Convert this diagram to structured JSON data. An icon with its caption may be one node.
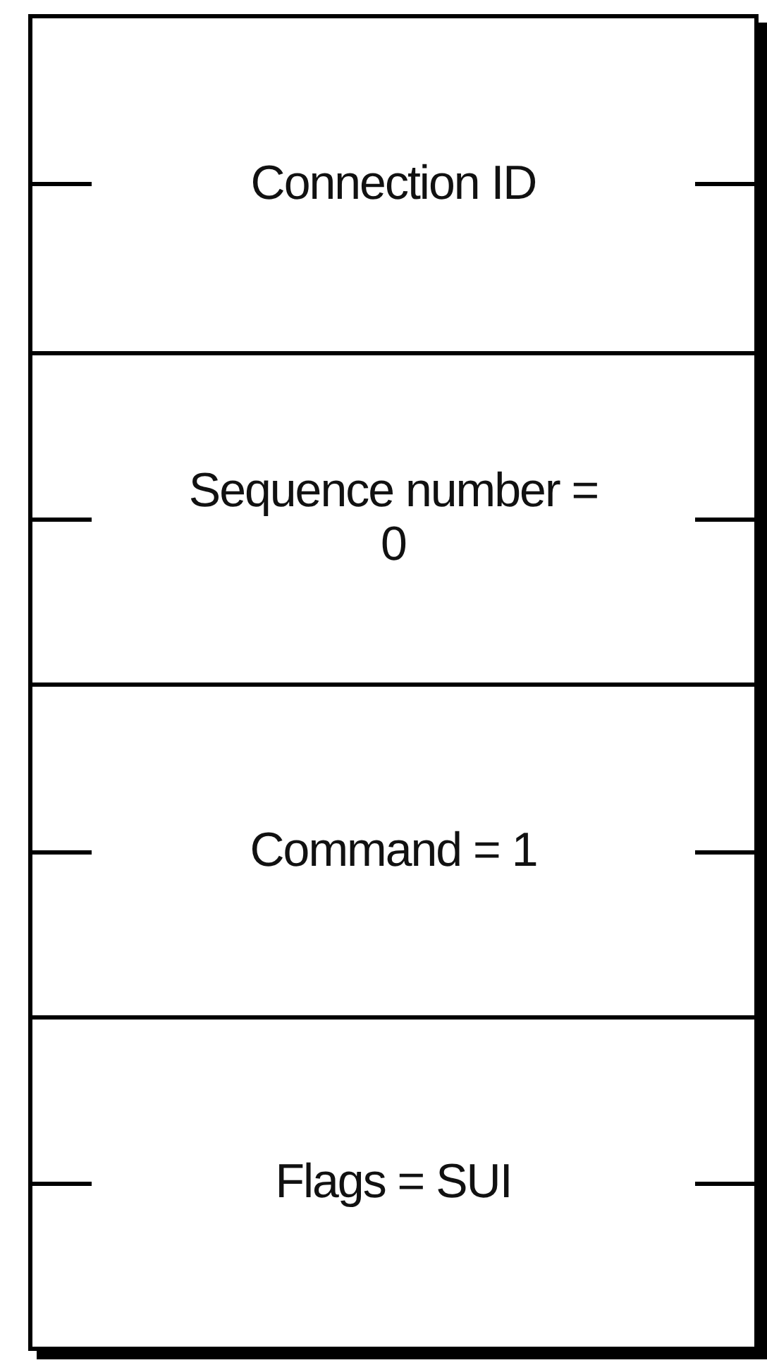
{
  "diagram": {
    "nodes": [
      {
        "text": [
          "Connection ID"
        ]
      },
      {
        "text": [
          "Sequence number = 0"
        ]
      },
      {
        "text": [
          "Command = 1"
        ]
      },
      {
        "text": [
          "Flags = SUI"
        ]
      }
    ]
  }
}
